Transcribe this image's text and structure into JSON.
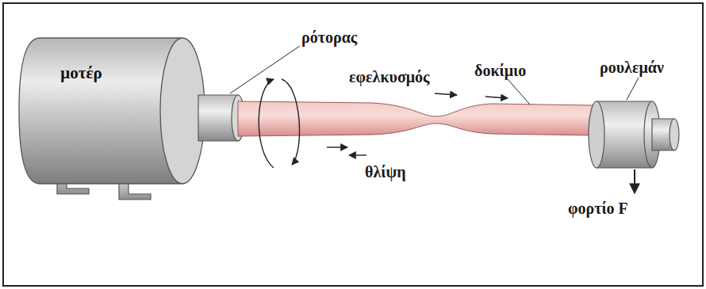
{
  "diagram": {
    "nodes": [
      {
        "text": [
          "μοτέρ"
        ]
      }
    ],
    "labels": [
      "ρότορας",
      "δοκίμιο",
      "εφελκυσμός",
      "ρουλεμάν",
      "θλίψη",
      "φορτίο F"
    ]
  }
}
